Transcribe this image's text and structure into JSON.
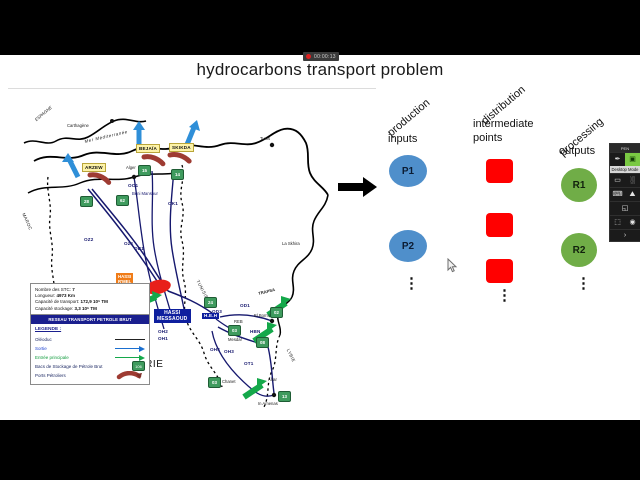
{
  "slide": {
    "title": "hydrocarbons transport problem"
  },
  "recorder": {
    "time": "00:00:13"
  },
  "map": {
    "algerie_label": "ALGERIE",
    "sea_label": "Mer Méditerranée",
    "geo_labels": [
      {
        "text": "ESPAGNE"
      },
      {
        "text": "TUNISIE"
      },
      {
        "text": "MAROC"
      },
      {
        "text": "LYBIE"
      }
    ],
    "cities": [
      {
        "text": "Carthagène"
      },
      {
        "text": "Alger"
      },
      {
        "text": "Beni Mansour"
      },
      {
        "text": "Tunis"
      },
      {
        "text": "La Skhira"
      },
      {
        "text": "Mesdar"
      },
      {
        "text": "El Borma"
      },
      {
        "text": "Chanet"
      },
      {
        "text": "Alrar"
      },
      {
        "text": "In Amenas"
      },
      {
        "text": "TRAPSA"
      },
      {
        "text": "HBN"
      },
      {
        "text": "REB"
      },
      {
        "text": "H.E.H"
      }
    ],
    "ports": [
      {
        "text": "ARZEW"
      },
      {
        "text": "BEJAÏA"
      },
      {
        "text": "SKIKDA"
      }
    ],
    "hassi_rmel": "HASSI\nR'MEL",
    "hassi_rmel_l1": "HASSI",
    "hassi_rmel_l2": "R'MEL",
    "hassi_messaoud_l1": "HASSI",
    "hassi_messaoud_l2": "MESSAOUD",
    "pipe_codes": [
      {
        "text": "OO1"
      },
      {
        "text": "OZ1"
      },
      {
        "text": "OZ2"
      },
      {
        "text": "OK1"
      },
      {
        "text": "OB1"
      },
      {
        "text": "OD1"
      },
      {
        "text": "OD3"
      },
      {
        "text": "OH1"
      },
      {
        "text": "OH2"
      },
      {
        "text": "OH3"
      },
      {
        "text": "OH4"
      },
      {
        "text": "OT1"
      }
    ],
    "tanks": [
      {
        "num": "28"
      },
      {
        "num": "15"
      },
      {
        "num": "14"
      },
      {
        "num": "62"
      },
      {
        "num": "24"
      },
      {
        "num": "03"
      },
      {
        "num": "08"
      },
      {
        "num": "02"
      },
      {
        "num": "03"
      },
      {
        "num": "13"
      }
    ]
  },
  "legend": {
    "stats": [
      {
        "label": "Nombre des STC:",
        "value": "7"
      },
      {
        "label": "Longueur:",
        "value": "4973 Km"
      },
      {
        "label": "Capacité de transport:",
        "value": "172,9 10⁶ TM"
      },
      {
        "label": "Capacité stockage:",
        "value": "3,3 10⁶ TM"
      }
    ],
    "banner": "RESEAU TRANSPORT PETROLE BRUT",
    "title": "LEGENDE :",
    "items": [
      {
        "label": "Oléoduc",
        "symbol": "line"
      },
      {
        "label": "Sortie",
        "symbol": "blue-arrow"
      },
      {
        "label": "Entrée principale",
        "symbol": "green-arrow"
      },
      {
        "label": "Bacs de Stockage de Pétrole Brut",
        "symbol": "tank",
        "tank_num": "106"
      },
      {
        "label": "Ports Pétroliers",
        "symbol": "port"
      }
    ]
  },
  "flow": {
    "stage_labels": [
      {
        "text": "production"
      },
      {
        "text": "distribution"
      },
      {
        "text": "processing"
      }
    ],
    "columns": [
      {
        "head": "inputs",
        "head2": "",
        "shape": "ellipse",
        "color": "#4F8FCB",
        "nodes": [
          {
            "label": "P1"
          },
          {
            "label": "P2"
          }
        ],
        "more": "⋮"
      },
      {
        "head": "intermediate",
        "head2": "points",
        "shape": "square",
        "color": "#FF0000",
        "nodes": [
          {
            "label": ""
          },
          {
            "label": ""
          },
          {
            "label": ""
          }
        ],
        "more": "⋮"
      },
      {
        "head": "outputs",
        "head2": "",
        "shape": "circle",
        "color": "#70AD47",
        "nodes": [
          {
            "label": "R1"
          },
          {
            "label": "R2"
          }
        ],
        "more": "⋮"
      }
    ]
  },
  "toolbar": {
    "caption": "PEN",
    "tooltip": "Desktop Mode",
    "buttons": [
      {
        "icon": "pen-icon",
        "glyph": "✒",
        "active": false
      },
      {
        "icon": "desktop-mode-icon",
        "glyph": "▣",
        "active": true
      },
      {
        "icon": "monitor-icon",
        "glyph": "▭",
        "active": false
      },
      {
        "icon": "settings-grid-icon",
        "glyph": "░",
        "active": false
      },
      {
        "icon": "keyboard-icon",
        "glyph": "⌨",
        "active": false
      },
      {
        "icon": "image-icon",
        "glyph": "⛰",
        "active": false
      },
      {
        "icon": "whiteboard-icon",
        "glyph": "◱",
        "active": false
      },
      {
        "icon": "screenshare-icon",
        "glyph": "⬚",
        "active": false
      },
      {
        "icon": "record-icon",
        "glyph": "◉",
        "active": false
      }
    ],
    "collapse_glyph": "›"
  },
  "player": {
    "expander_glyph": "›",
    "buttons": [
      {
        "name": "volume-button",
        "glyph": "◁"
      },
      {
        "name": "play-button",
        "glyph": "▷"
      },
      {
        "name": "pen-button",
        "glyph": "✐"
      },
      {
        "name": "copy-button",
        "glyph": "❐"
      },
      {
        "name": "zoom-button",
        "glyph": "⌕"
      },
      {
        "name": "more-button",
        "glyph": "─"
      }
    ]
  }
}
